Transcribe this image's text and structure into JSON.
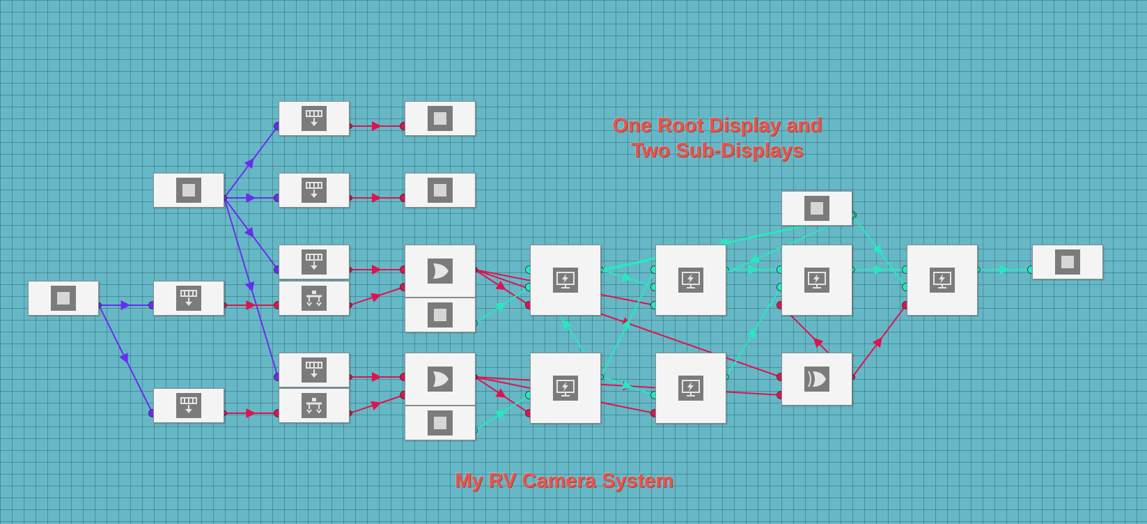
{
  "annotations": {
    "top_line1": "One Root Display and",
    "top_line2": "Two Sub-Displays",
    "bottom": "My RV Camera System"
  },
  "colors": {
    "background": "#66b8c6",
    "purple_wire": "#6a2df0",
    "red_wire": "#e0124f",
    "cyan_wire": "#27e8c0",
    "node_fill": "#f4f4f4",
    "icon_tile": "#7b7b7b",
    "annotation_text": "#e8554d"
  },
  "nodes": [
    {
      "id": "root-source",
      "icon": "square-icon"
    },
    {
      "id": "splitter-top",
      "icon": "square-icon"
    },
    {
      "id": "bus-mid",
      "icon": "bus-input-icon"
    },
    {
      "id": "bus-low",
      "icon": "bus-input-icon"
    },
    {
      "id": "bus-1",
      "icon": "bus-input-icon"
    },
    {
      "id": "bus-2",
      "icon": "bus-input-icon"
    },
    {
      "id": "bus-3",
      "icon": "bus-input-icon"
    },
    {
      "id": "bus-5",
      "icon": "bus-input-icon"
    },
    {
      "id": "splitter-a",
      "icon": "splitter-icon"
    },
    {
      "id": "splitter-b",
      "icon": "splitter-icon"
    },
    {
      "id": "out-1",
      "icon": "square-icon"
    },
    {
      "id": "out-2",
      "icon": "square-icon"
    },
    {
      "id": "gate-a",
      "icon": "or-gate-icon"
    },
    {
      "id": "gate-b",
      "icon": "or-gate-icon"
    },
    {
      "id": "const-a",
      "icon": "square-icon"
    },
    {
      "id": "const-b",
      "icon": "square-icon"
    },
    {
      "id": "disp-1",
      "icon": "display-icon"
    },
    {
      "id": "disp-2",
      "icon": "display-icon"
    },
    {
      "id": "disp-3",
      "icon": "display-icon"
    },
    {
      "id": "disp-4",
      "icon": "display-icon"
    },
    {
      "id": "disp-5",
      "icon": "display-icon"
    },
    {
      "id": "disp-6",
      "icon": "display-icon"
    },
    {
      "id": "const-top",
      "icon": "square-icon"
    },
    {
      "id": "xor-gate",
      "icon": "xor-gate-icon"
    },
    {
      "id": "final-out",
      "icon": "square-icon"
    }
  ]
}
